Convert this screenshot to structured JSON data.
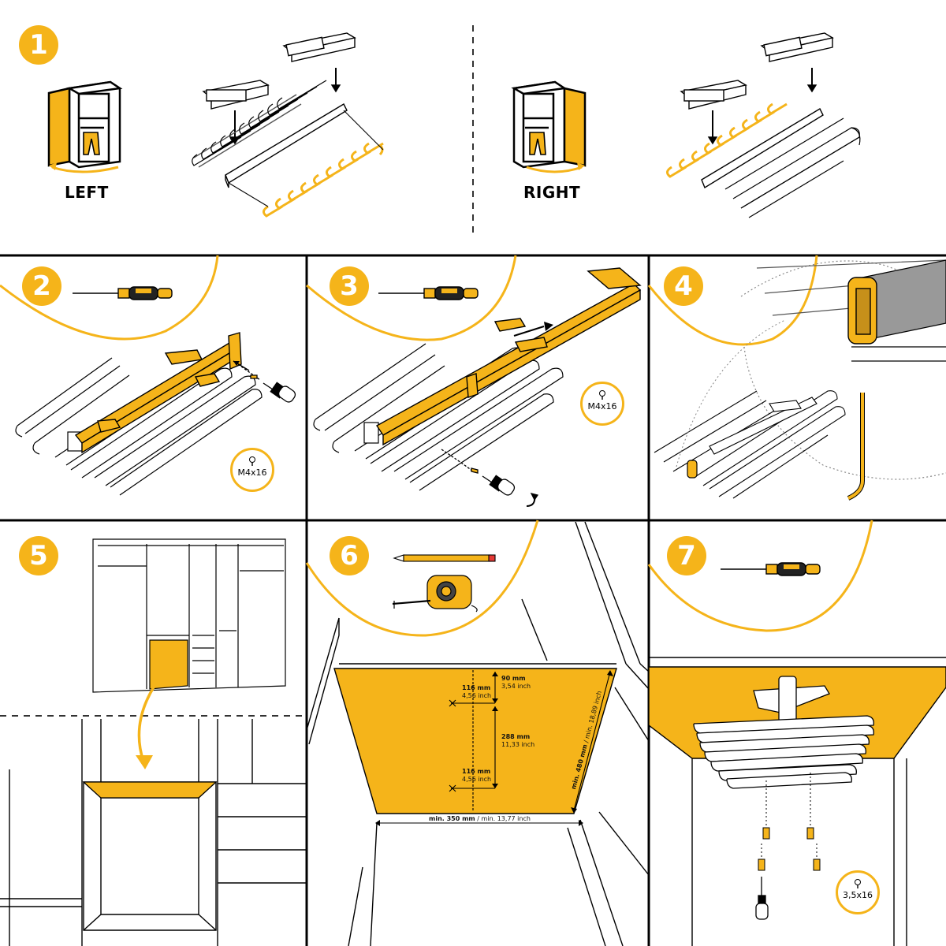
{
  "steps": {
    "s1": "1",
    "s2": "2",
    "s3": "3",
    "s4": "4",
    "s5": "5",
    "s6": "6",
    "s7": "7"
  },
  "step1": {
    "left_label": "LEFT",
    "right_label": "RIGHT"
  },
  "screws": {
    "step2": "M4x16",
    "step3": "M4x16",
    "step7": "3,5x16"
  },
  "measurements": {
    "m90_mm": "90 mm",
    "m90_in": "3,54 inch",
    "m116a_mm": "116 mm",
    "m116a_in": "4,56 inch",
    "m288_mm": "288 mm",
    "m288_in": "11,33 inch",
    "m116b_mm": "116 mm",
    "m116b_in": "4,56 inch",
    "width_mm": "min. 350 mm",
    "width_in": "min. 13,77 inch",
    "depth_mm": "min. 480 mm",
    "depth_in": "min. 18,89 inch"
  },
  "colors": {
    "accent": "#F5B41A",
    "line": "#000000",
    "background": "#FFFFFF"
  }
}
